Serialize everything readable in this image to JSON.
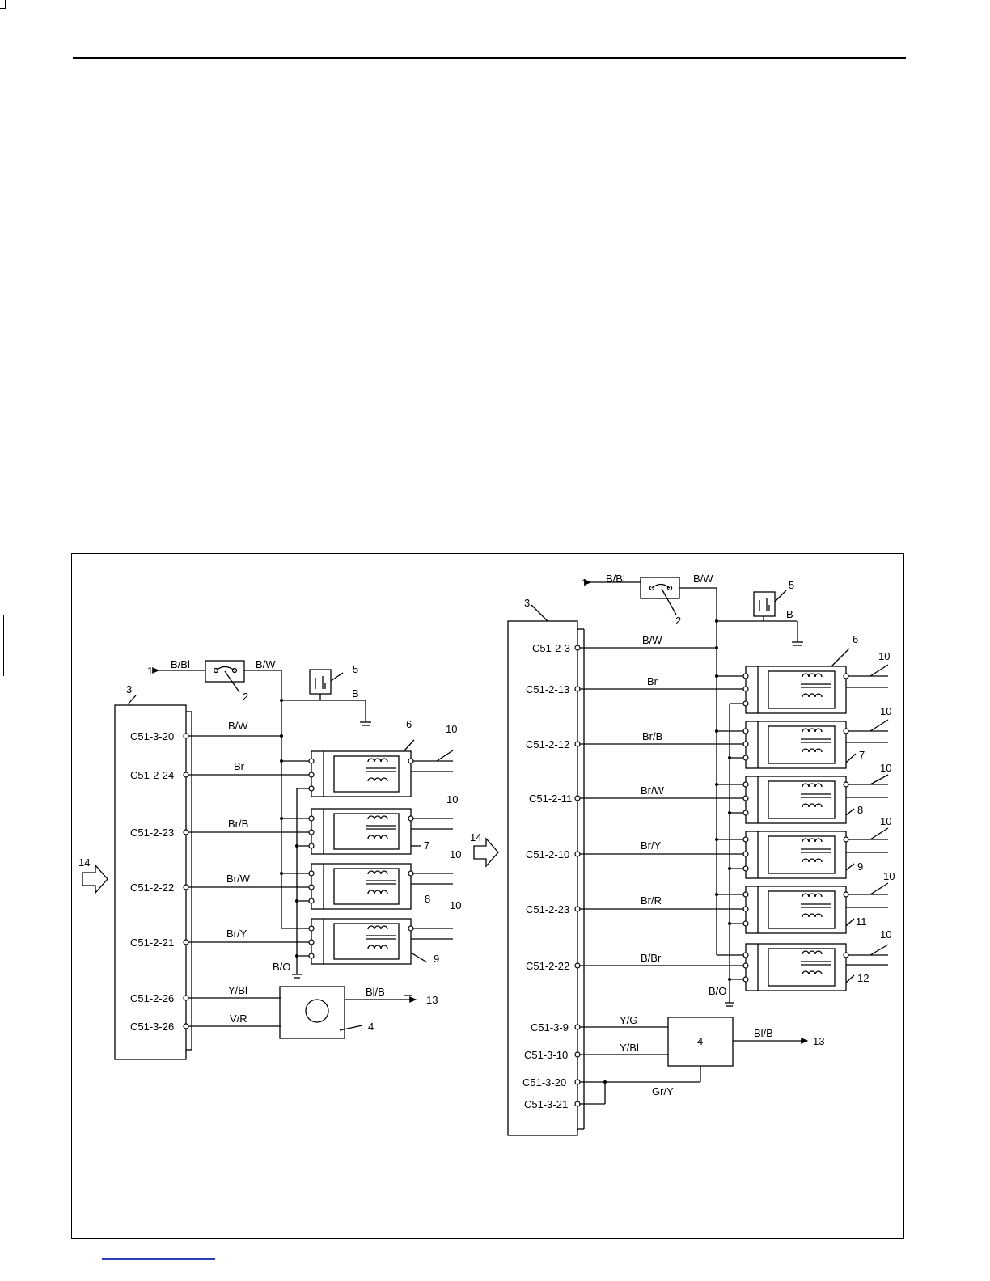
{
  "left_diagram": {
    "terminals": [
      "C51-3-20",
      "C51-2-24",
      "C51-2-23",
      "C51-2-22",
      "C51-2-21",
      "C51-2-26",
      "C51-3-26"
    ],
    "wires": [
      "B/W",
      "Br",
      "Br/B",
      "Br/W",
      "Br/Y",
      "Y/Bl",
      "V/R"
    ],
    "top": {
      "ref1": "1",
      "wire1": "B/Bl",
      "wire2": "B/W",
      "ground_wire": "B",
      "ref2": "2",
      "ref5": "5"
    },
    "ref3": "3",
    "ground_label": "B/O",
    "coil_refs": [
      "6",
      "7",
      "8",
      "9"
    ],
    "plug_ref": "10",
    "unit_ref": "4",
    "out_wire": "Bl/B",
    "out_ref": "13",
    "arrow_ref": "14"
  },
  "right_diagram": {
    "terminals": [
      "C51-2-3",
      "C51-2-13",
      "C51-2-12",
      "C51-2-11",
      "C51-2-10",
      "C51-2-23",
      "C51-2-22",
      "C51-3-9",
      "C51-3-10",
      "C51-3-20",
      "C51-3-21"
    ],
    "wires": [
      "B/W",
      "Br",
      "Br/B",
      "Br/W",
      "Br/Y",
      "Br/R",
      "B/Br",
      "Y/G",
      "Y/Bl",
      "Gr/Y"
    ],
    "top": {
      "ref1": "1",
      "wire1": "B/Bl",
      "wire2": "B/W",
      "ground_wire": "B",
      "ref2": "2",
      "ref5": "5"
    },
    "ref3": "3",
    "ground_label": "B/O",
    "coil_refs": [
      "6",
      "7",
      "8",
      "9",
      "11",
      "12"
    ],
    "plug_ref": "10",
    "unit_ref": "4",
    "out_wire": "Bl/B",
    "out_ref": "13",
    "arrow_ref": "14"
  }
}
